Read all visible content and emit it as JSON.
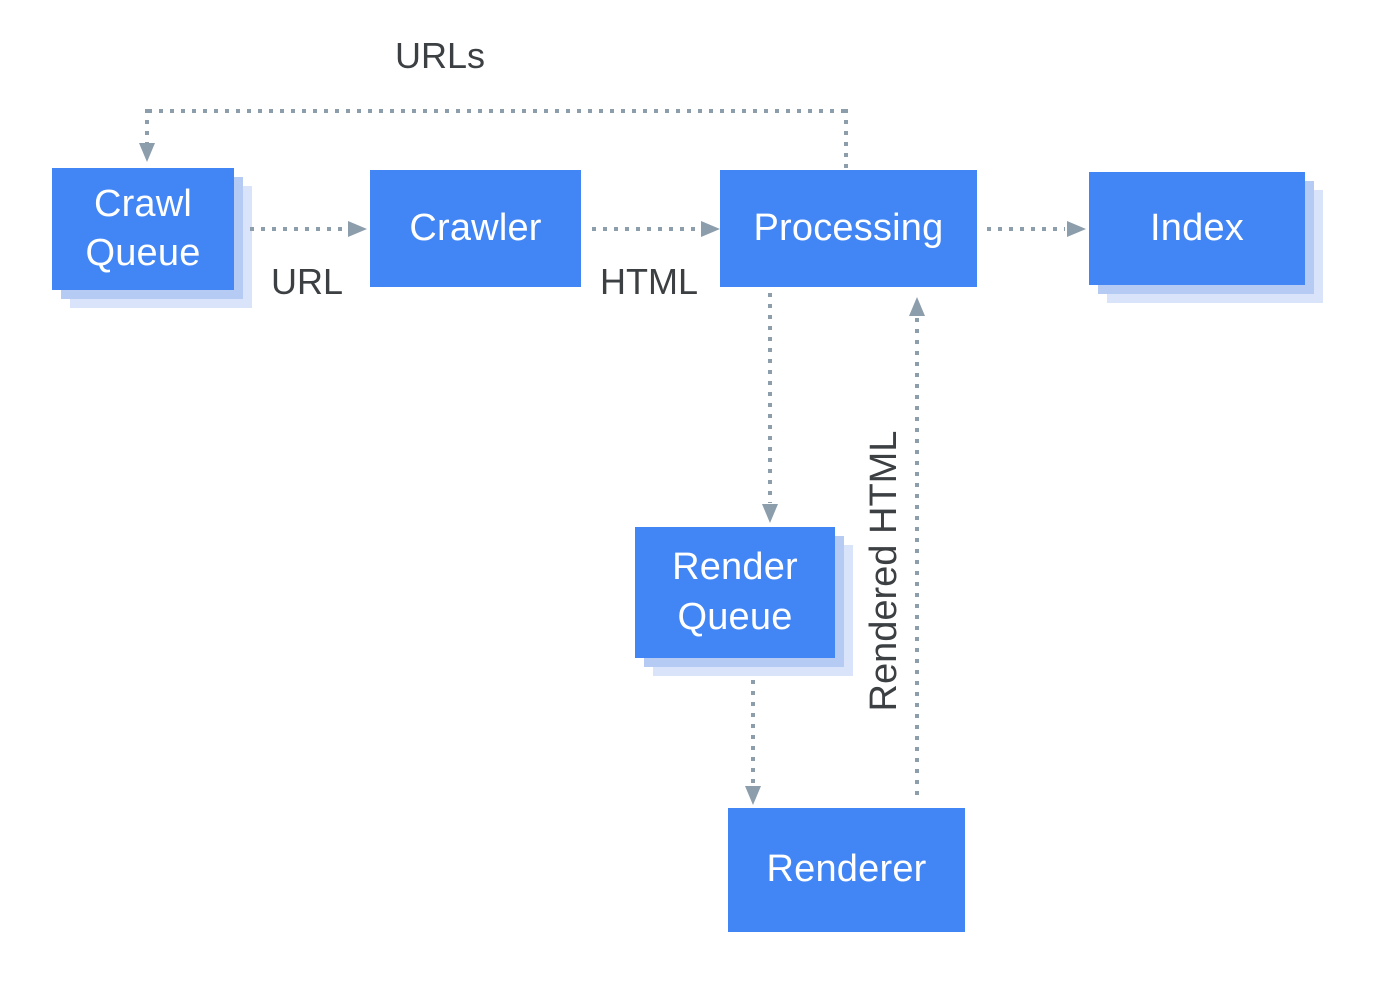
{
  "diagram": {
    "nodes": {
      "crawl_queue": {
        "line1": "Crawl",
        "line2": "Queue"
      },
      "crawler": {
        "label": "Crawler"
      },
      "processing": {
        "label": "Processing"
      },
      "index": {
        "label": "Index"
      },
      "render_queue": {
        "line1": "Render",
        "line2": "Queue"
      },
      "renderer": {
        "label": "Renderer"
      }
    },
    "edge_labels": {
      "urls": "URLs",
      "url": "URL",
      "html": "HTML",
      "rendered_html": "Rendered HTML"
    },
    "colors": {
      "background": "#FFFFFF",
      "node_fill": "#4285F4",
      "node_text": "#FFFFFF",
      "shadow_inner": "#B6CBF4",
      "shadow_outer": "#D9E4FB",
      "connector": "#8C9DAC",
      "label_text": "#3C4043"
    }
  }
}
